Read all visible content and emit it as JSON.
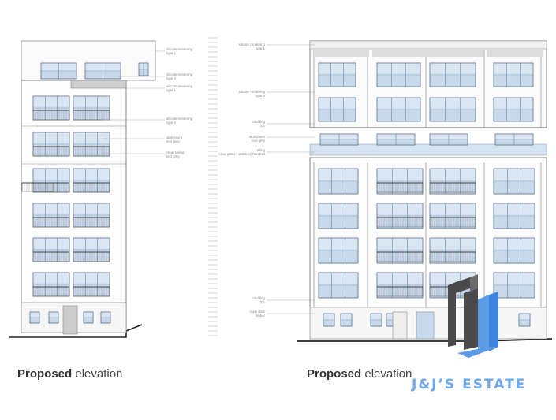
{
  "captions": {
    "left": {
      "bold": "Proposed",
      "rest": "elevation"
    },
    "right": {
      "bold": "Proposed",
      "rest": "elevation"
    }
  },
  "left_notes": [
    "silicate rendering\ntype 1",
    "silicate rendering\ntype 4",
    "silicate rendering\ntype 1",
    "silicate rendering\ntype 2",
    "aluminium\ntext grey",
    "clear railing\ntext grey"
  ],
  "right_notes": [
    "silicate rendering\ntype 1",
    "silicate rendering\ntype 3",
    "cladding\ntbc",
    "aluminium\ntext grey",
    "railing\nclear glass / stainless handrail",
    "cladding\ntbc",
    "main door\ntimber"
  ],
  "logo": {
    "text": "J&J’S ESTATE"
  },
  "colors": {
    "glass": "#c9d9ec",
    "glass_dark": "#9fb9d8",
    "line": "#555555",
    "logo_blue": "#5b9be6",
    "logo_grey": "#4a4a4a"
  }
}
